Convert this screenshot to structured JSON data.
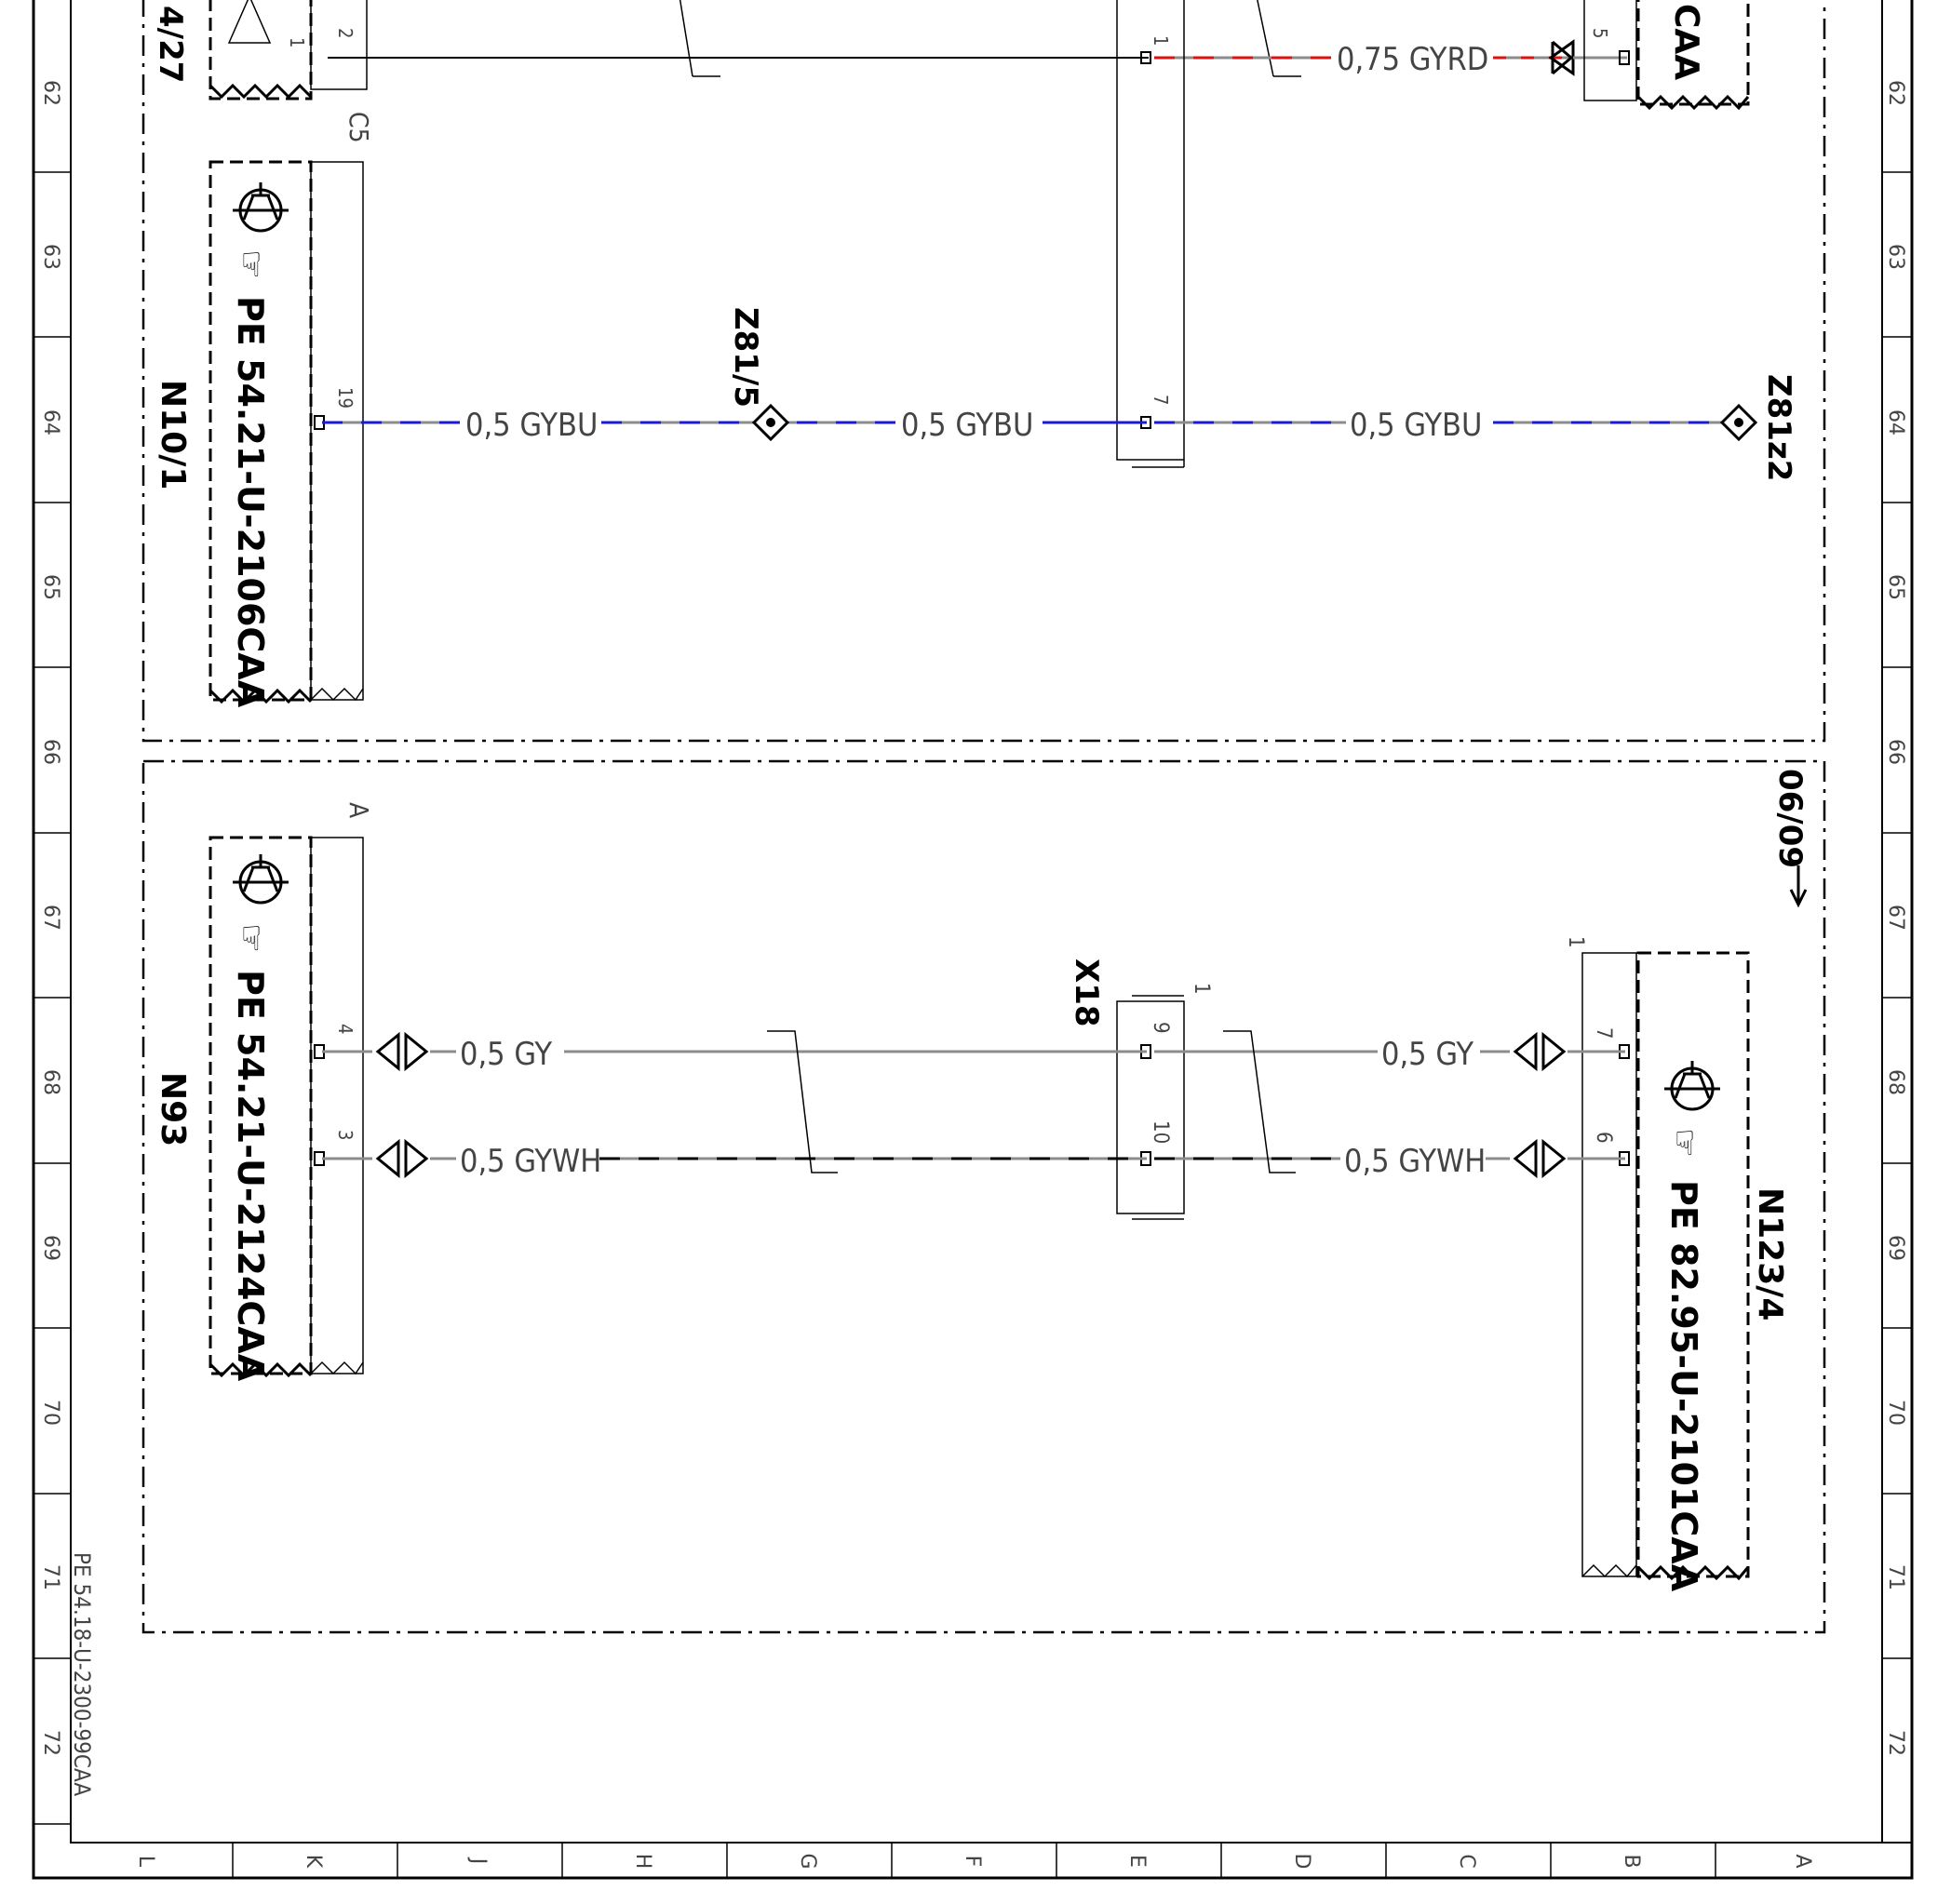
{
  "frame": {
    "row_labels": [
      "62",
      "63",
      "64",
      "65",
      "66",
      "67",
      "68",
      "69",
      "70",
      "71",
      "72"
    ],
    "column_labels": [
      "L",
      "K",
      "J",
      "H",
      "G",
      "F",
      "E",
      "D",
      "C",
      "B",
      "A"
    ],
    "drawing_number": "PE 54.18-U-2300-99CAA"
  },
  "section_top": {
    "component_top_left": "4/27",
    "top_left_pins": [
      "2",
      "1"
    ],
    "top_right_partial": "CAA",
    "top_right_pin": "5",
    "top_wire": {
      "label": "0,75 GYRD",
      "color": "#e01010"
    },
    "center_connector_pins": [
      "1",
      "7"
    ],
    "module": {
      "id": "N10/1",
      "doc": "PE 54.21-U-2106CAA",
      "connector": "C5",
      "pin": "19"
    },
    "splice_left": "Z81/5",
    "splice_right": "Z81z2",
    "wire_label": "0,5 GYBU",
    "wire_color": "#1a1adc"
  },
  "section_bottom": {
    "effectivity": "06/09",
    "left_module": {
      "id": "N93",
      "doc": "PE 54.21-U-2124CAA",
      "connector": "A",
      "pins": [
        "4",
        "3"
      ]
    },
    "connector_x18": {
      "id": "X18",
      "side": "1",
      "pins": [
        "9",
        "10"
      ]
    },
    "right_module": {
      "id": "N123/4",
      "doc": "PE 82.95-U-2101CAA",
      "connector": "1",
      "pins": [
        "7",
        "6"
      ]
    },
    "wire_gy": "0,5 GY",
    "wire_gywh": "0,5 GYWH"
  },
  "colors": {
    "line": "#000000",
    "wire_gray": "#8c8c8c",
    "wire_red": "#e01010",
    "wire_blue": "#1a1adc"
  }
}
